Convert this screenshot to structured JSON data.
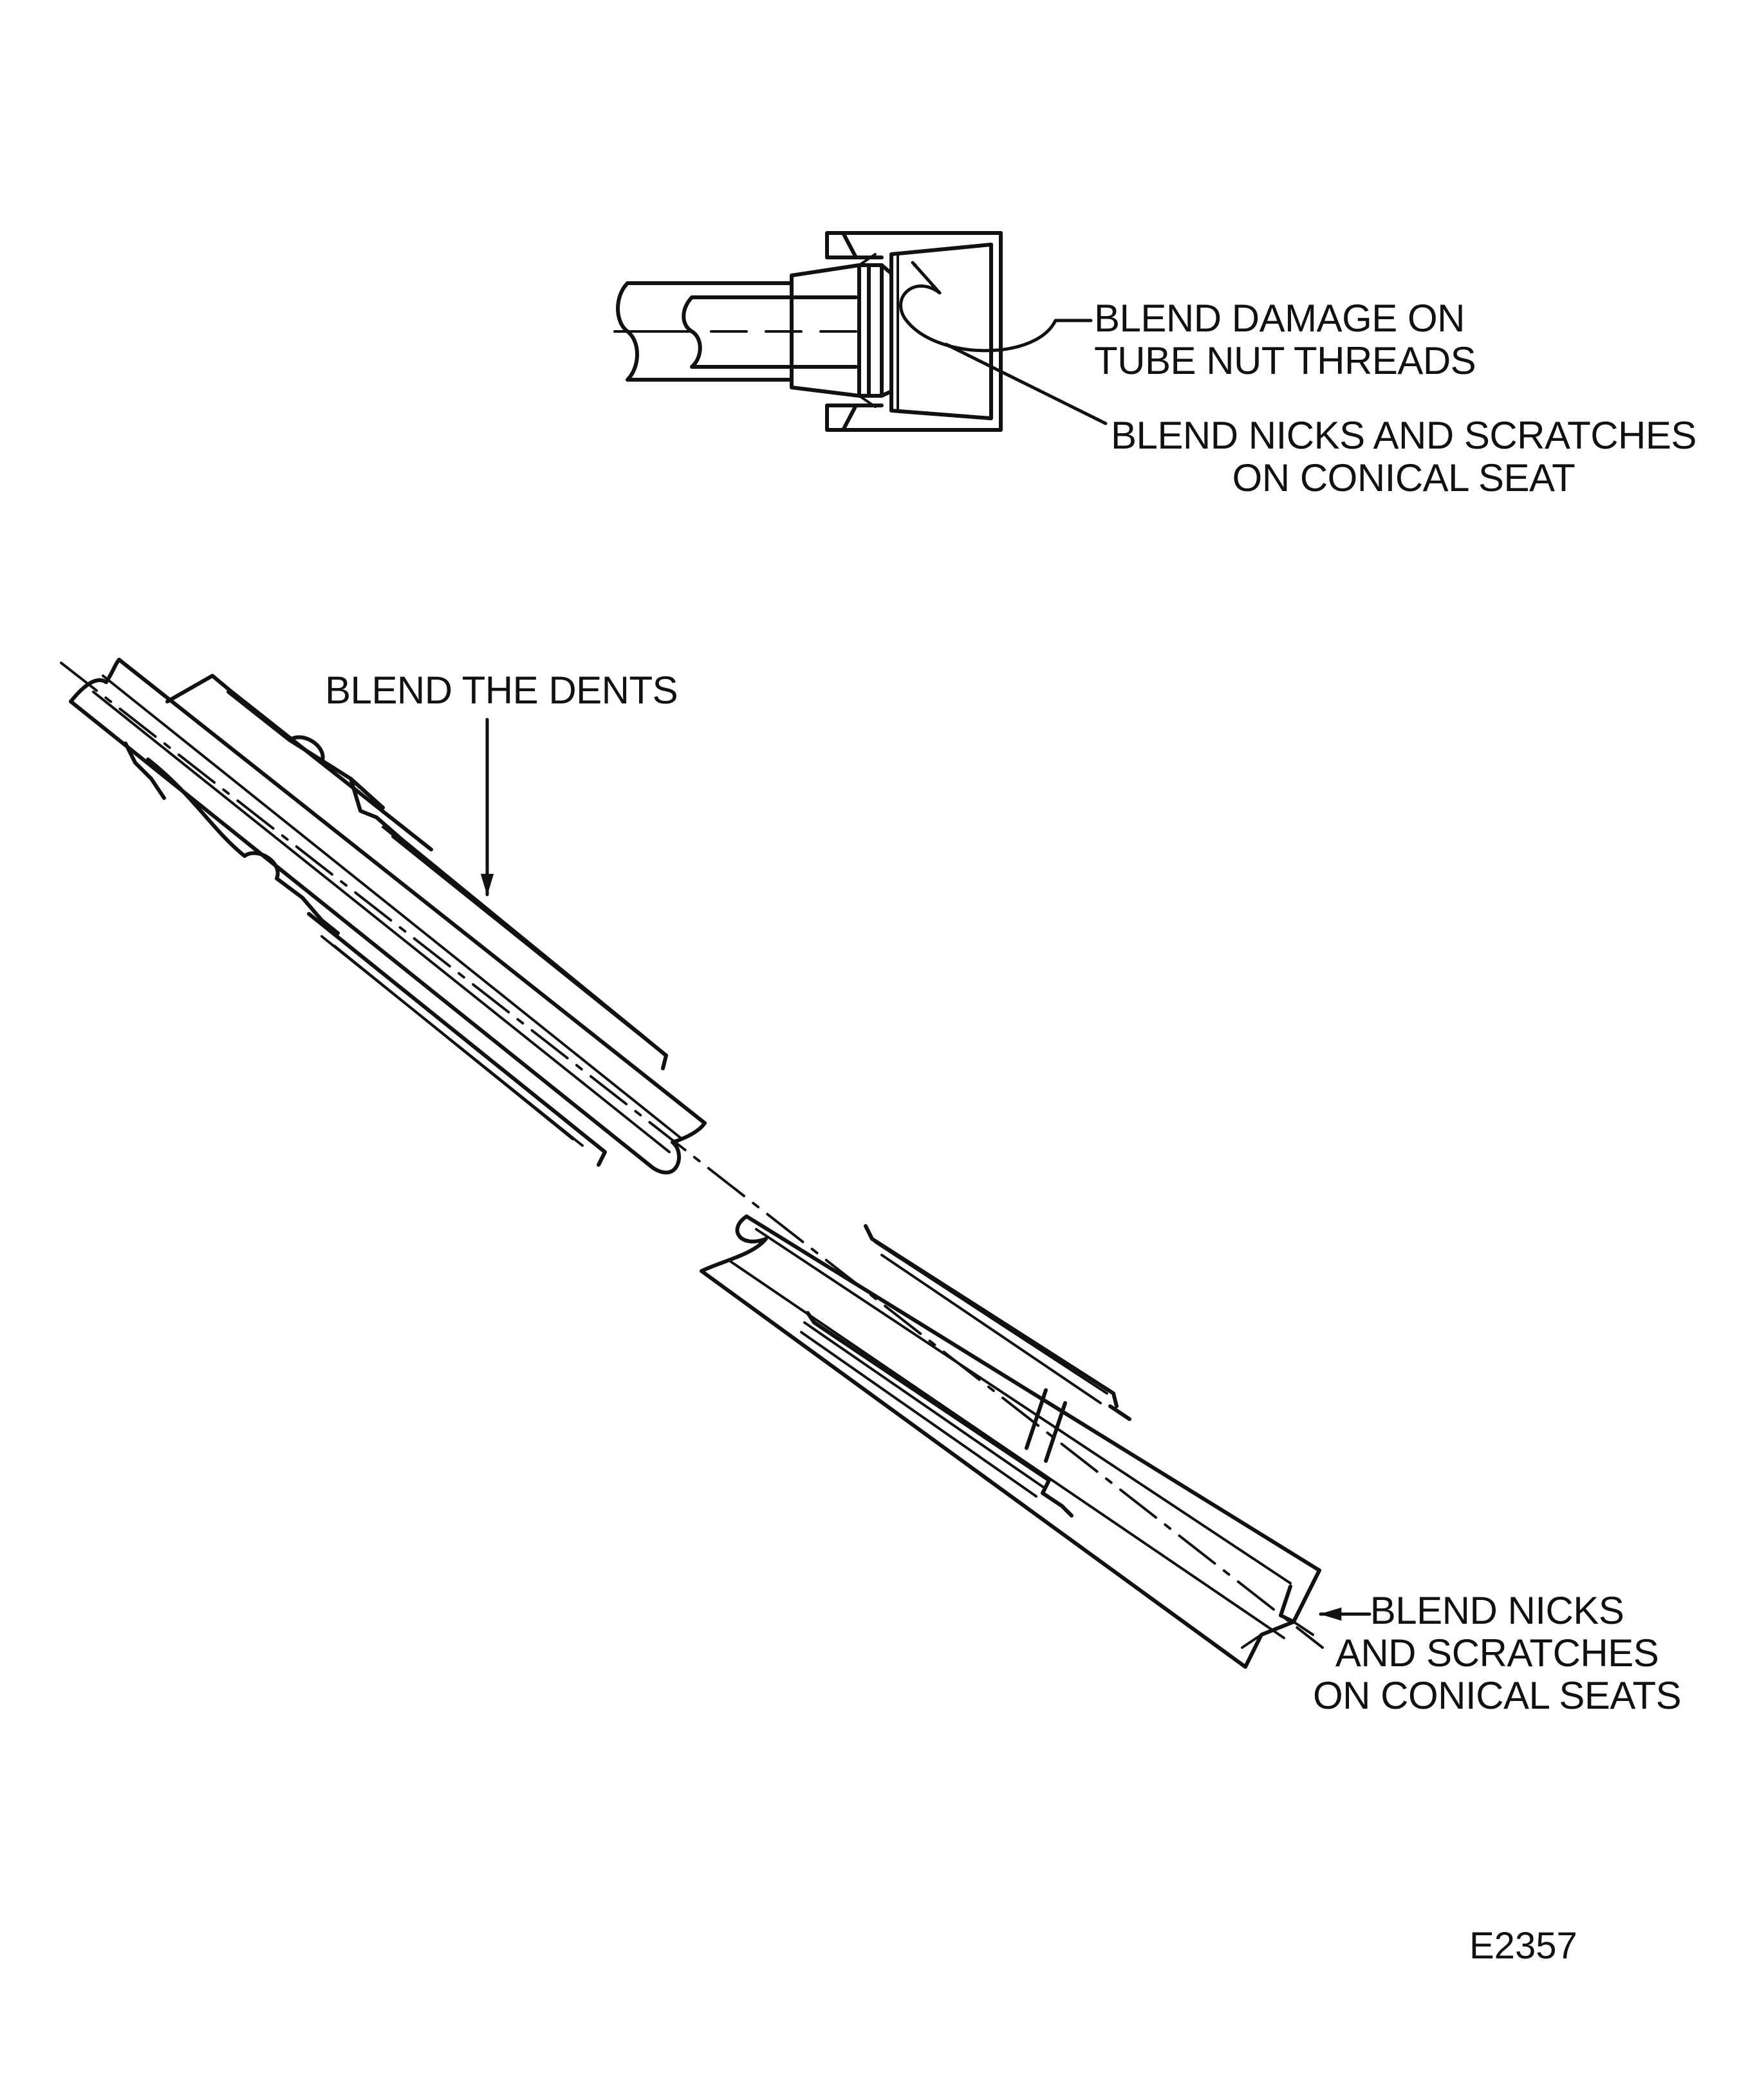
{
  "callouts": {
    "tube_nut_threads": {
      "line1": "BLEND DAMAGE ON",
      "line2": "TUBE NUT THREADS"
    },
    "conical_seat": {
      "line1": "BLEND NICKS AND SCRATCHES",
      "line2": "ON CONICAL SEAT"
    },
    "dents": {
      "line1": "BLEND THE DENTS"
    },
    "conical_seats": {
      "line1": "BLEND NICKS",
      "line2": "AND SCRATCHES",
      "line3": "ON CONICAL SEATS"
    }
  },
  "figure_id": "E2357",
  "colors": {
    "ink": "#111111",
    "background": "#ffffff"
  }
}
